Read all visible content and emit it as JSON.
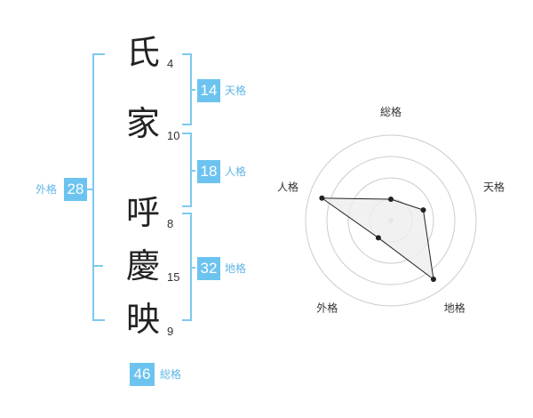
{
  "name": {
    "chars": [
      {
        "char": "氏",
        "strokes": "4"
      },
      {
        "char": "家",
        "strokes": "10"
      },
      {
        "char": "呼",
        "strokes": "8"
      },
      {
        "char": "慶",
        "strokes": "15"
      },
      {
        "char": "映",
        "strokes": "9"
      }
    ]
  },
  "kakusu": {
    "ten": {
      "value": "14",
      "label": "天格"
    },
    "jin": {
      "value": "18",
      "label": "人格"
    },
    "chi": {
      "value": "32",
      "label": "地格"
    },
    "gai": {
      "value": "28",
      "label": "外格"
    },
    "sou": {
      "value": "46",
      "label": "総格"
    }
  },
  "radar": {
    "axes": [
      "総格",
      "天格",
      "地格",
      "外格",
      "人格"
    ],
    "levels": [
      0.25,
      0.4,
      0.85,
      0.25,
      0.85
    ],
    "max_rings": 4,
    "fill_color": "#eeeeee",
    "line_color": "#222222",
    "ring_color": "#cccccc"
  }
}
